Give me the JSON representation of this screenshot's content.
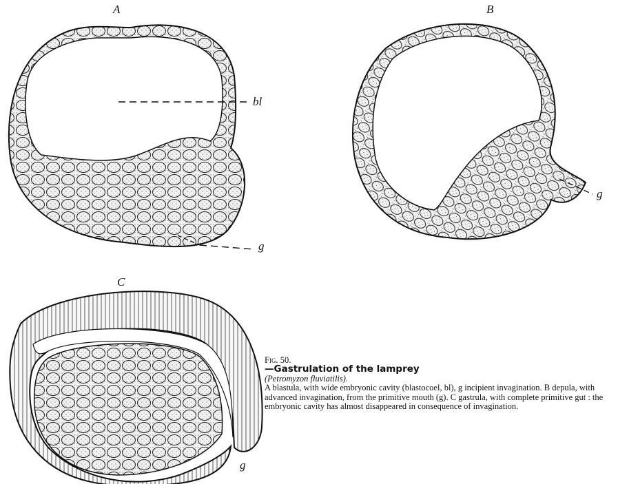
{
  "figure": {
    "panels": [
      {
        "id": "A",
        "label": "A",
        "markers": [
          "bl",
          "g"
        ]
      },
      {
        "id": "B",
        "label": "B",
        "markers": [
          "g"
        ]
      },
      {
        "id": "C",
        "label": "C",
        "markers": [
          "g"
        ]
      }
    ],
    "caption": {
      "fig_number": "Fig. 50.",
      "title": "—Gastrulation of the lamprey",
      "species": "(Petromyzon fluviatilis).",
      "body": "A blastula, with wide embryonic cavity (blastocoel, bl), g incipient invagination.  B depula, with advanced invagination, from the primitive mouth (g).  C gastrula, with complete primitive gut : the embryonic cavity has almost disappeared in consequence of invagination."
    }
  },
  "colors": {
    "ink": "#111111",
    "cell_fill": "#f4f4f4",
    "yolk_fill": "#e9e9e9"
  }
}
